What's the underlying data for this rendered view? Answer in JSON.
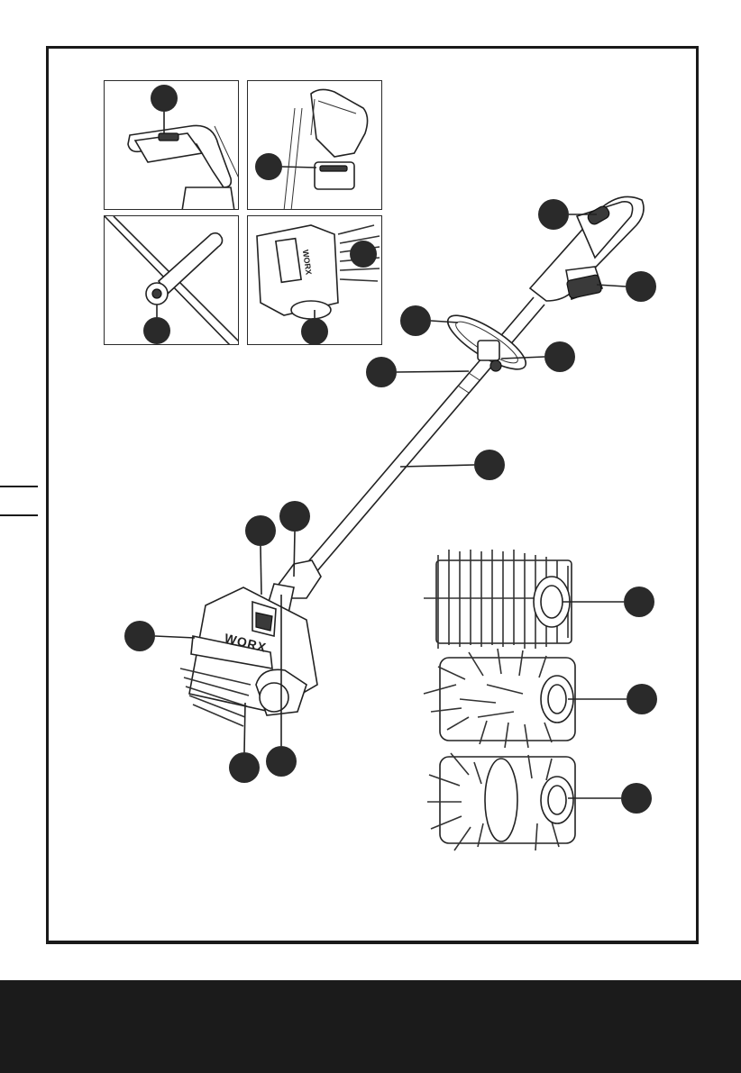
{
  "figure": {
    "description_visible_text": "",
    "colors": {
      "line": "#222222",
      "callout": "#2a2a2a",
      "footer": "#1b1b1b",
      "frame": "#1a1a1a"
    }
  },
  "brand_marks": {
    "head_logo": "WORX",
    "inset_logo": "WORX"
  },
  "callouts": [
    {
      "id": "handle-top"
    },
    {
      "id": "battery"
    },
    {
      "id": "aux-handle"
    },
    {
      "id": "aux-handle-knob"
    },
    {
      "id": "shaft-joint"
    },
    {
      "id": "shaft"
    },
    {
      "id": "head-lock"
    },
    {
      "id": "head-button"
    },
    {
      "id": "head-body"
    },
    {
      "id": "brush-roller"
    },
    {
      "id": "head-pivot"
    },
    {
      "id": "brush-nylon"
    },
    {
      "id": "brush-wire"
    },
    {
      "id": "brush-moss"
    },
    {
      "id": "inset1-switch"
    },
    {
      "id": "inset2-battery"
    },
    {
      "id": "inset3-knob"
    },
    {
      "id": "inset4-brush"
    },
    {
      "id": "inset4-cover"
    }
  ]
}
